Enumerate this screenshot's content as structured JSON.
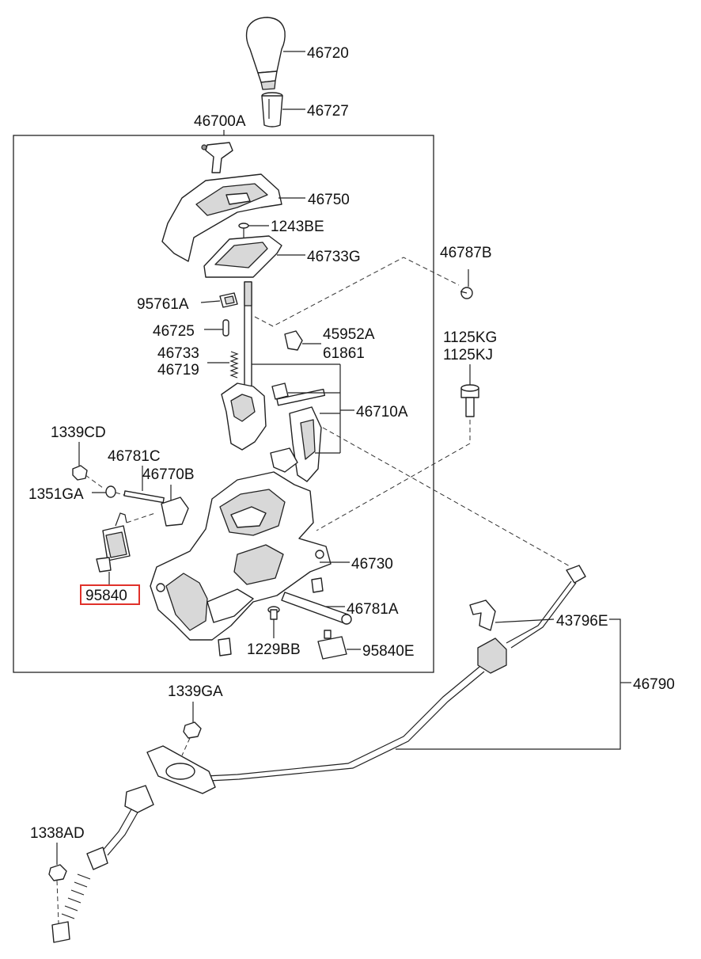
{
  "parts": {
    "p46720": "46720",
    "p46727": "46727",
    "p46700A": "46700A",
    "p46750": "46750",
    "p1243BE": "1243BE",
    "p46733G": "46733G",
    "p46787B": "46787B",
    "p95761A": "95761A",
    "p46725": "46725",
    "p45952A": "45952A",
    "p61861": "61861",
    "p1125KG": "1125KG",
    "p1125KJ": "1125KJ",
    "p46733": "46733",
    "p46719": "46719",
    "p46710A": "46710A",
    "p1339CD": "1339CD",
    "p46781C": "46781C",
    "p46770B": "46770B",
    "p1351GA": "1351GA",
    "p46730": "46730",
    "p95840": "95840",
    "p46781A": "46781A",
    "p43796E": "43796E",
    "p1229BB": "1229BB",
    "p95840E": "95840E",
    "p46790": "46790",
    "p1339GA": "1339GA",
    "p1338AD": "1338AD"
  },
  "highlight": {
    "part": "95840",
    "color": "#e0312a"
  }
}
